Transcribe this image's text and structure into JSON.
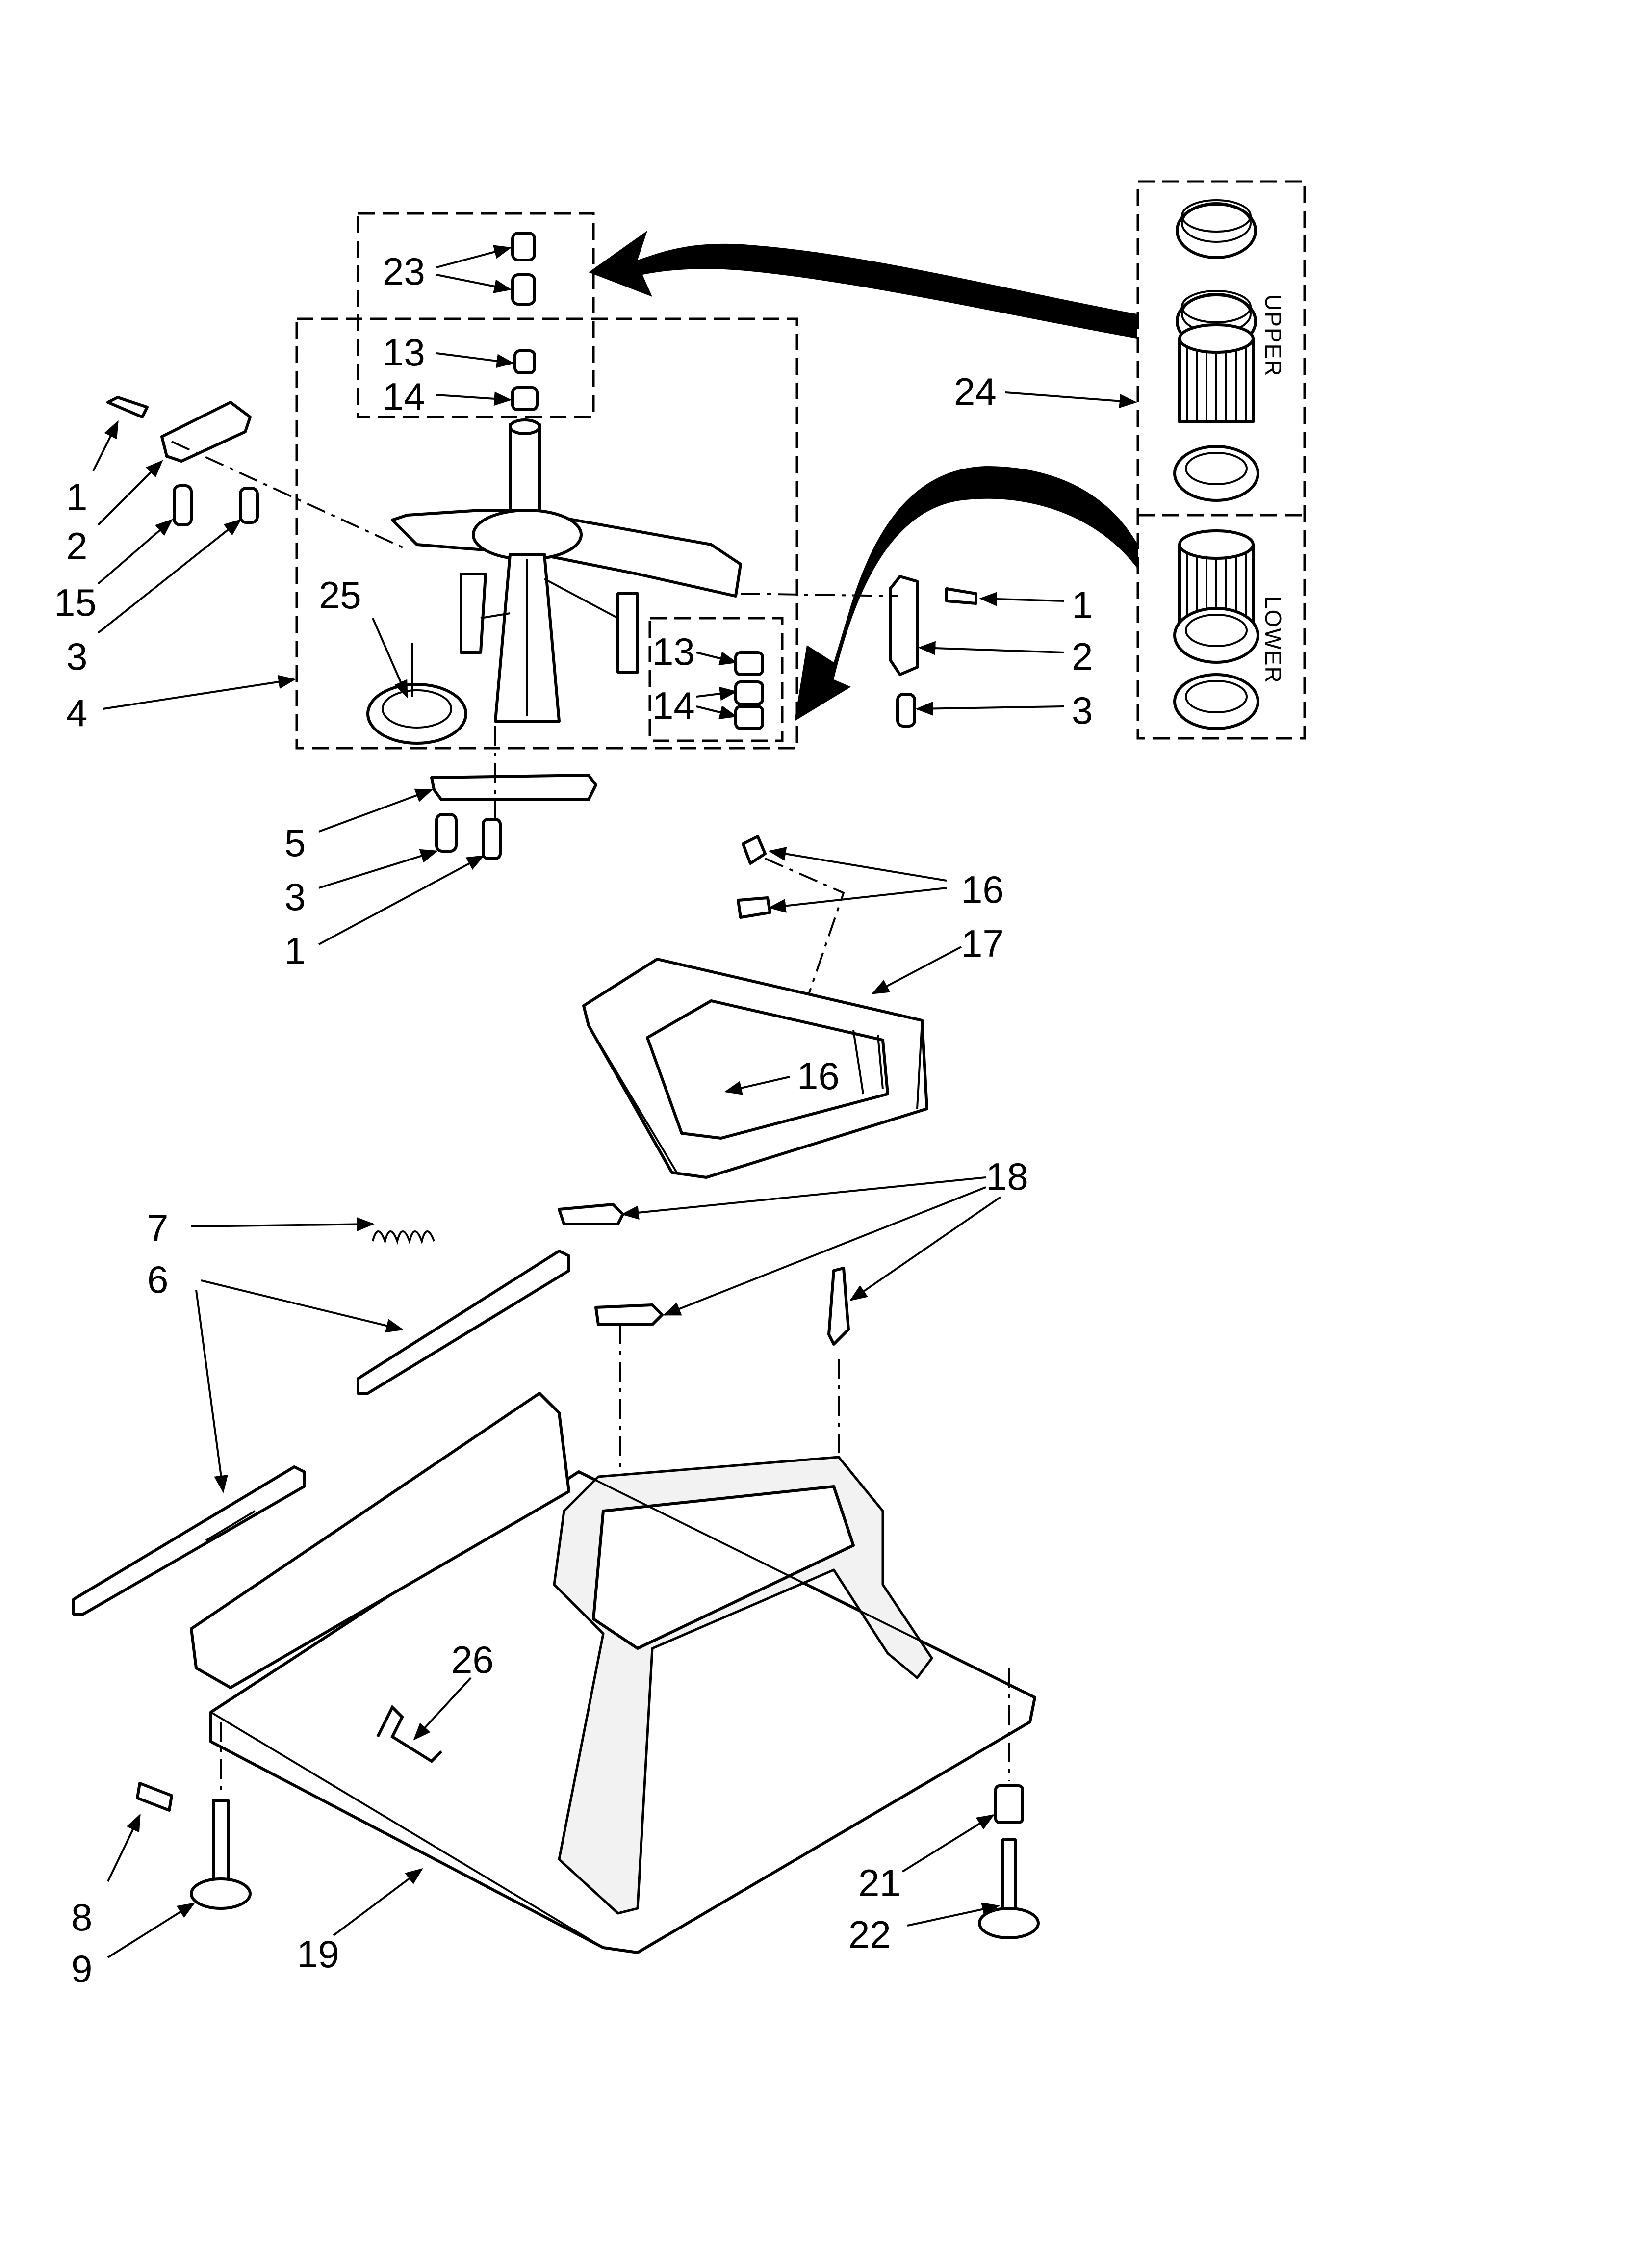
{
  "callouts": {
    "c23": "23",
    "c13a": "13",
    "c14a": "14",
    "c24": "24",
    "c1a": "1",
    "c2a": "2",
    "c15": "15",
    "c3a": "3",
    "c25": "25",
    "c4": "4",
    "c1b": "1",
    "c2b": "2",
    "c3b": "3",
    "c13b": "13",
    "c14b": "14",
    "c5": "5",
    "c3c": "3",
    "c1c": "1",
    "c16a": "16",
    "c17": "17",
    "c16b": "16",
    "c18": "18",
    "c7": "7",
    "c6": "6",
    "c26": "26",
    "c8": "8",
    "c9": "9",
    "c19": "19",
    "c21": "21",
    "c22": "22"
  },
  "kit_labels": {
    "upper": "UPPER",
    "lower": "LOWER"
  }
}
